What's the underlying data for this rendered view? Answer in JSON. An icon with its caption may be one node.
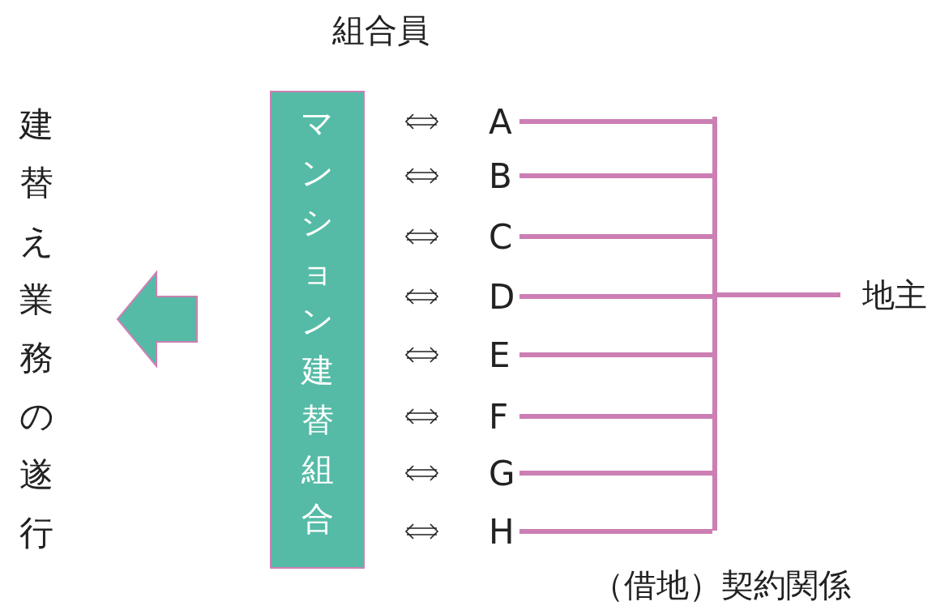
{
  "diagram": {
    "nodes": [
      {
        "text": [
          "マンション建替組合"
        ]
      },
      {
        "text": [
          "A"
        ]
      },
      {
        "text": [
          "B"
        ]
      },
      {
        "text": [
          "C"
        ]
      },
      {
        "text": [
          "D"
        ]
      },
      {
        "text": [
          "E"
        ]
      },
      {
        "text": [
          "F"
        ]
      },
      {
        "text": [
          "G"
        ]
      },
      {
        "text": [
          "H"
        ]
      },
      {
        "text": [
          "地主"
        ]
      },
      {
        "text": [
          "建替え業務の遂行"
        ]
      },
      {
        "text": [],
        "shape": "bar"
      }
    ],
    "edges": [
      {
        "from": 0,
        "to": 1,
        "arrow": "both",
        "color": "#222222"
      },
      {
        "from": 0,
        "to": 2,
        "arrow": "both",
        "color": "#222222"
      },
      {
        "from": 0,
        "to": 3,
        "arrow": "both",
        "color": "#222222"
      },
      {
        "from": 0,
        "to": 4,
        "arrow": "both",
        "color": "#222222"
      },
      {
        "from": 0,
        "to": 5,
        "arrow": "both",
        "color": "#222222"
      },
      {
        "from": 0,
        "to": 6,
        "arrow": "both",
        "color": "#222222"
      },
      {
        "from": 0,
        "to": 7,
        "arrow": "both",
        "color": "#222222"
      },
      {
        "from": 0,
        "to": 8,
        "arrow": "both",
        "color": "#222222"
      },
      {
        "from": 1,
        "to": 11,
        "arrow": "none"
      },
      {
        "from": 2,
        "to": 11,
        "arrow": "none"
      },
      {
        "from": 3,
        "to": 11,
        "arrow": "none"
      },
      {
        "from": 4,
        "to": 11,
        "arrow": "none"
      },
      {
        "from": 5,
        "to": 11,
        "arrow": "none"
      },
      {
        "from": 6,
        "to": 11,
        "arrow": "none"
      },
      {
        "from": 7,
        "to": 11,
        "arrow": "none"
      },
      {
        "from": 8,
        "to": 11,
        "arrow": "none"
      },
      {
        "from": 11,
        "to": 9,
        "arrow": "none"
      },
      {
        "from": 0,
        "to": 10,
        "arrow": "to",
        "style": "thick",
        "color": "#55bba6"
      }
    ],
    "labels": [
      "組合員",
      "（借地）契約関係"
    ]
  }
}
